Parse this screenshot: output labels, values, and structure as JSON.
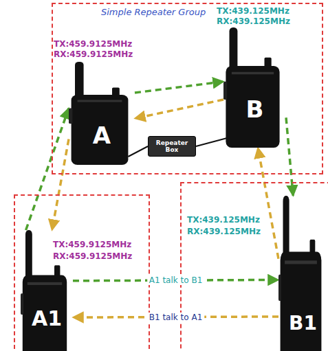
{
  "diagram": {
    "nodes": [
      {
        "text": [
          "Simple Repeater Group"
        ]
      },
      {
        "text": [
          "A"
        ],
        "in": 0
      },
      {
        "text": [
          "B"
        ],
        "in": 0
      },
      {
        "text": [
          "Repeater Box"
        ],
        "in": 0
      },
      {
        "text": [
          "TX:459.9125MHz",
          "RX:459.9125MHz"
        ]
      },
      {
        "text": [
          "A1"
        ],
        "in": 4
      },
      {
        "text": [
          "TX:439.125MHz",
          "RX:439.125MHz"
        ]
      },
      {
        "text": [
          "B1"
        ],
        "in": 6
      }
    ],
    "edges": [
      {
        "from": 1,
        "to": 2,
        "arrow": "to"
      },
      {
        "from": 2,
        "to": 1,
        "arrow": "to"
      },
      {
        "from": 5,
        "to": 1,
        "arrow": "to"
      },
      {
        "from": 1,
        "to": 5,
        "arrow": "to"
      },
      {
        "from": 2,
        "to": 7,
        "arrow": "to"
      },
      {
        "from": 7,
        "to": 2,
        "arrow": "to"
      },
      {
        "from": 1,
        "to": 3,
        "arrow": "none"
      },
      {
        "from": 3,
        "to": 2,
        "arrow": "none"
      },
      {
        "from": 5,
        "to": 7,
        "label": "A1 talk to B1",
        "arrow": "to"
      },
      {
        "from": 7,
        "to": 5,
        "label": "B1 talk to A1",
        "arrow": "to"
      }
    ],
    "labels": [
      "TX:459.9125MHz",
      "RX:459.9125MHz",
      "TX:439.125MHz",
      "RX:439.125MHz"
    ]
  }
}
